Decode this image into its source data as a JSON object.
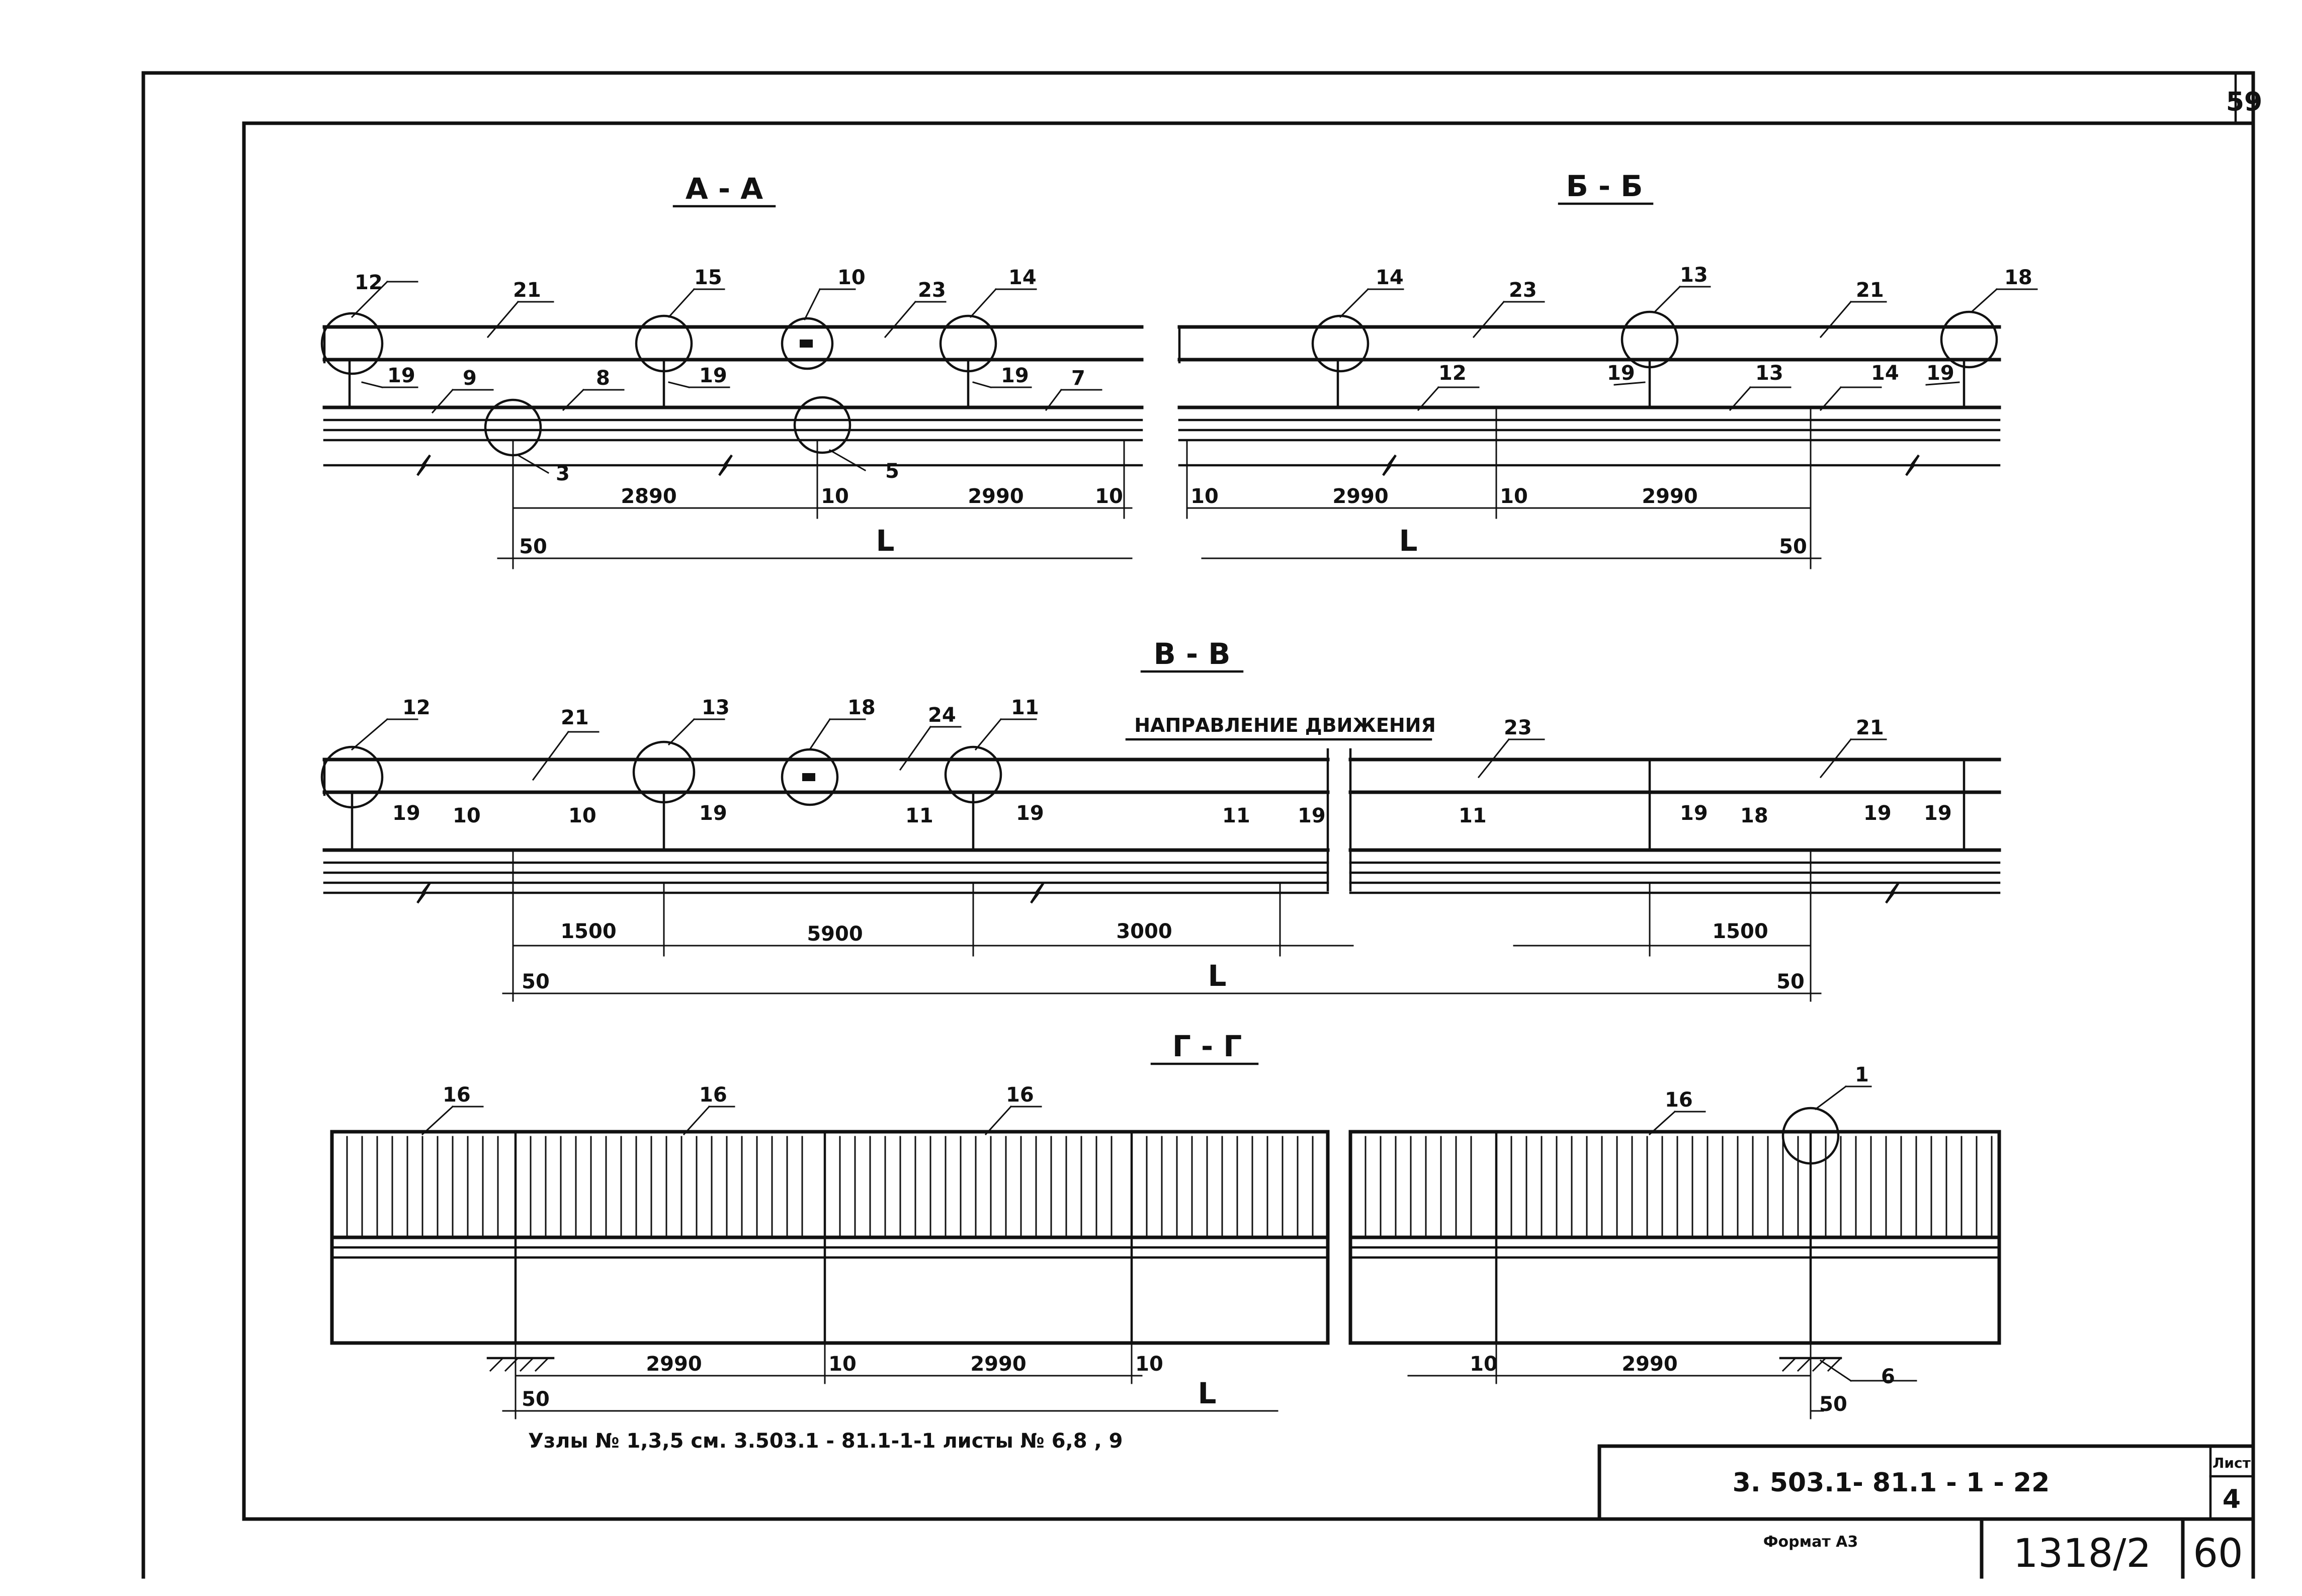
{
  "sheet": {
    "corner_number": "59",
    "sheet_label": "Лист",
    "sheet_number": "4",
    "doc_code": "3. 503.1- 81.1 - 1 - 22",
    "format_label": "Формат А3",
    "archive_number": "1318/2",
    "page_number": "60",
    "note": "Узлы № 1,3,5  см.  3.503.1 - 81.1-1-1   листы № 6,8 , 9"
  },
  "sections": {
    "aa": {
      "title": "А - А",
      "labels": [
        "12",
        "21",
        "15",
        "10",
        "23",
        "14",
        "19",
        "9",
        "8",
        "19",
        "19",
        "7",
        "3",
        "5"
      ],
      "dims": [
        "2890",
        "10",
        "2990",
        "10",
        "50",
        "L"
      ]
    },
    "bb": {
      "title": "Б - Б",
      "labels": [
        "14",
        "23",
        "13",
        "21",
        "18",
        "12",
        "19",
        "13",
        "14",
        "19"
      ],
      "dims": [
        "10",
        "2990",
        "10",
        "2990",
        "L",
        "50"
      ]
    },
    "vv": {
      "title": "В - В",
      "direction": "НАПРАВЛЕНИЕ ДВИЖЕНИЯ",
      "labels": [
        "12",
        "21",
        "13",
        "18",
        "24",
        "11",
        "23",
        "21",
        "19",
        "10",
        "10",
        "19",
        "11",
        "19",
        "11",
        "19",
        "11",
        "19",
        "18",
        "19",
        "19"
      ],
      "dims": [
        "1500",
        "5900",
        "3000",
        "1500",
        "50",
        "L",
        "50"
      ]
    },
    "gg": {
      "title": "Г - Г",
      "labels": [
        "16",
        "16",
        "16",
        "16",
        "1",
        "6"
      ],
      "dims": [
        "2990",
        "10",
        "2990",
        "10",
        "10",
        "2990",
        "50",
        "L",
        "50"
      ]
    }
  }
}
